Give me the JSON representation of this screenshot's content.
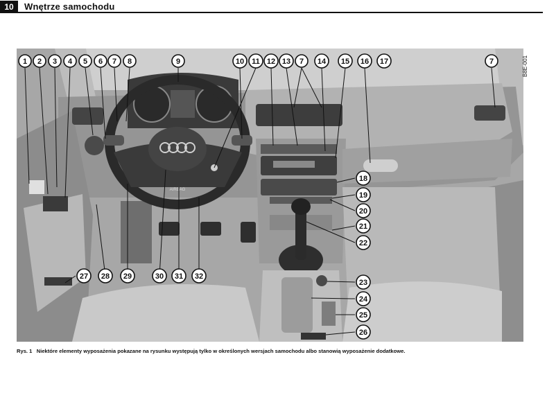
{
  "header": {
    "page_number": "10",
    "title": "Wnętrze samochodu"
  },
  "figure": {
    "image_code": "B8E-001",
    "callouts": {
      "c1": "1",
      "c2": "2",
      "c3": "3",
      "c4": "4",
      "c5": "5",
      "c6": "6",
      "c7": "7",
      "c8": "8",
      "c9": "9",
      "c10": "10",
      "c11": "11",
      "c12": "12",
      "c13": "13",
      "c7b": "7",
      "c14": "14",
      "c15": "15",
      "c16": "16",
      "c17": "17",
      "c7c": "7",
      "c18": "18",
      "c19": "19",
      "c20": "20",
      "c21": "21",
      "c22": "22",
      "c23": "23",
      "c24": "24",
      "c25": "25",
      "c26": "26",
      "c27": "27",
      "c28": "28",
      "c29": "29",
      "c30": "30",
      "c31": "31",
      "c32": "32"
    },
    "airbag_text": "AIRBAG"
  },
  "caption": {
    "label": "Rys. 1",
    "text": "Niektóre elementy wyposażenia pokazane na rysunku występują tylko w określonych wersjach samochodu albo stanowią wyposażenie dodatkowe."
  }
}
